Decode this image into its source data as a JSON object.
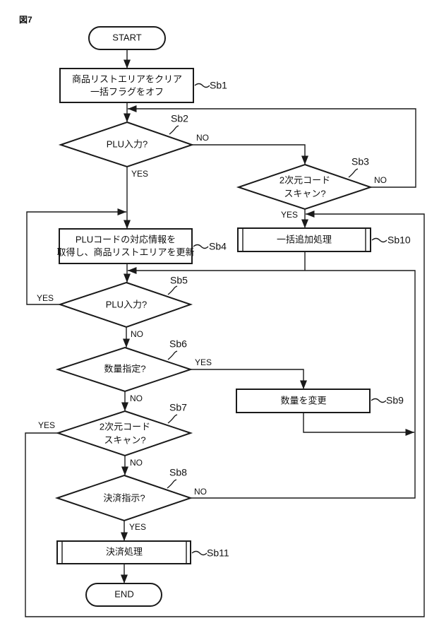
{
  "figure_label": "図7",
  "nodes": {
    "start": {
      "text": "START"
    },
    "sb1": {
      "id": "Sb1",
      "lines": [
        "商品リストエリアをクリア",
        "一括フラグをオフ"
      ]
    },
    "sb2": {
      "id": "Sb2",
      "lines": [
        "PLU入力?"
      ]
    },
    "sb3": {
      "id": "Sb3",
      "lines": [
        "2次元コード",
        "スキャン?"
      ]
    },
    "sb4": {
      "id": "Sb4",
      "lines": [
        "PLUコードの対応情報を",
        "取得し、商品リストエリアを更新"
      ]
    },
    "sb5": {
      "id": "Sb5",
      "lines": [
        "PLU入力?"
      ]
    },
    "sb6": {
      "id": "Sb6",
      "lines": [
        "数量指定?"
      ]
    },
    "sb7": {
      "id": "Sb7",
      "lines": [
        "2次元コード",
        "スキャン?"
      ]
    },
    "sb8": {
      "id": "Sb8",
      "lines": [
        "決済指示?"
      ]
    },
    "sb9": {
      "id": "Sb9",
      "lines": [
        "数量を変更"
      ]
    },
    "sb10": {
      "id": "Sb10",
      "lines": [
        "一括追加処理"
      ]
    },
    "sb11": {
      "id": "Sb11",
      "lines": [
        "決済処理"
      ]
    },
    "end": {
      "text": "END"
    }
  },
  "branches": {
    "sb2_no": "NO",
    "sb2_yes": "YES",
    "sb3_no": "NO",
    "sb3_yes": "YES",
    "sb5_yes": "YES",
    "sb5_no": "NO",
    "sb6_yes": "YES",
    "sb6_no": "NO",
    "sb7_yes": "YES",
    "sb7_no": "NO",
    "sb8_no": "NO",
    "sb8_yes": "YES"
  }
}
